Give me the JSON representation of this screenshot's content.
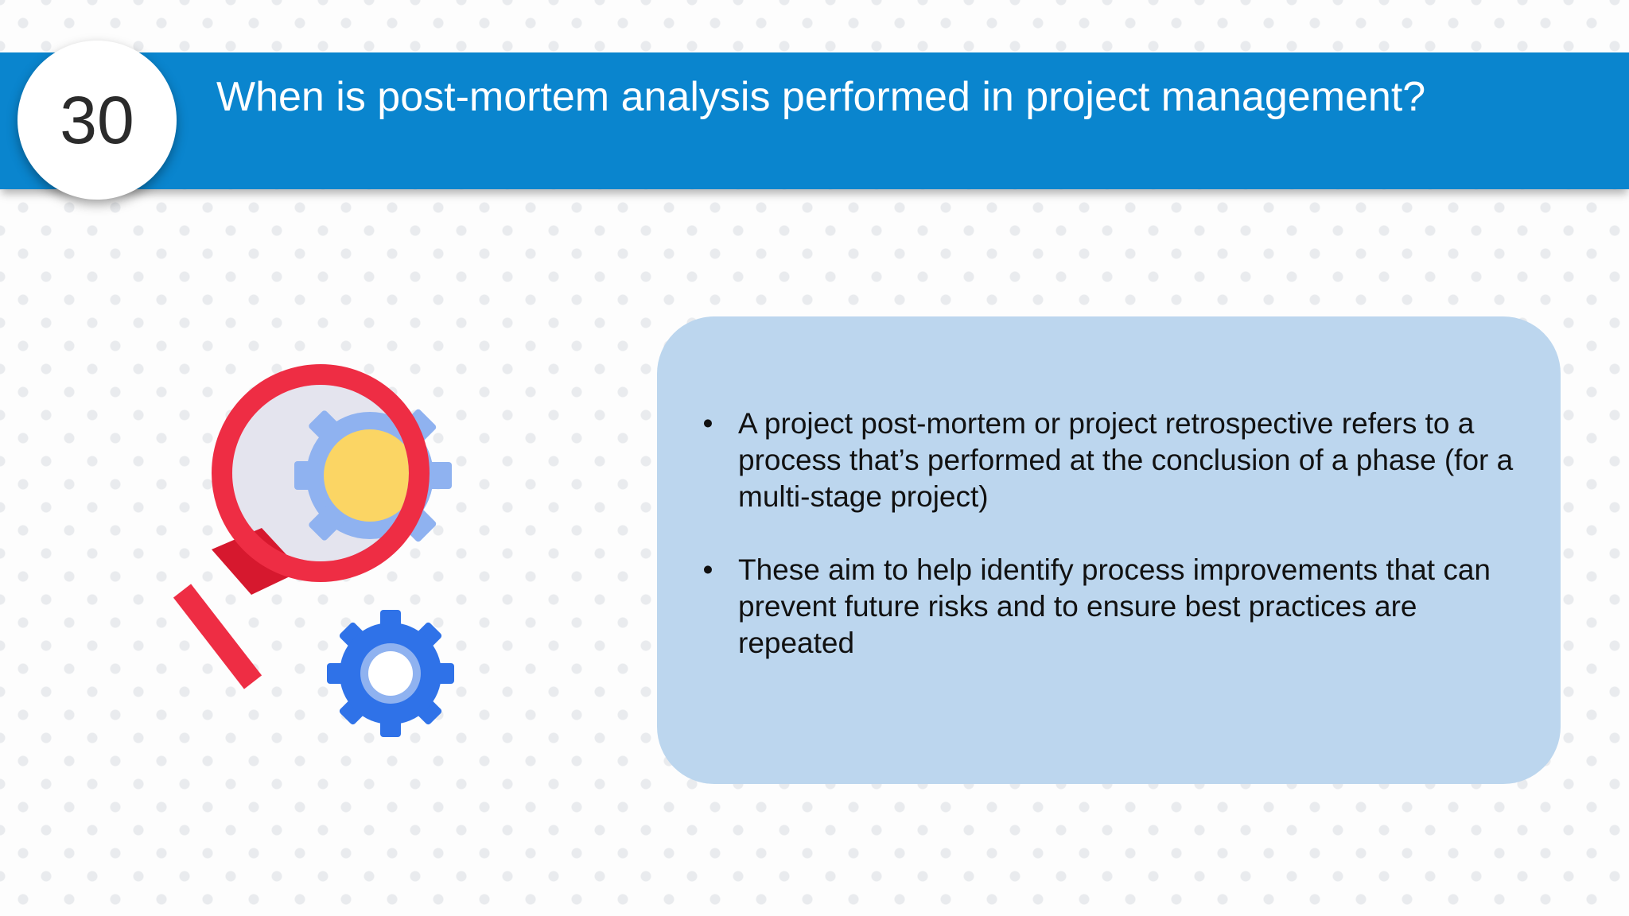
{
  "header": {
    "number": "30",
    "title": "When is post-mortem analysis performed in project management?"
  },
  "content": {
    "bullet_symbol": "•",
    "bullets": [
      "A project post-mortem or project retrospective refers to a process that’s performed at the conclusion of a phase (for a multi-stage project)",
      "These aim to help identify process improvements that can prevent future risks and to ensure best practices are repeated"
    ]
  },
  "illustration": {
    "icons": [
      "magnifying-glass-icon",
      "gear-icon"
    ]
  },
  "colors": {
    "header_band": "#0a85ce",
    "info_box": "#bcd6ee",
    "magnifier_red": "#ee2d44",
    "gear_light_blue": "#8fb2f0",
    "gear_blue": "#2f72e8",
    "sun_yellow": "#fbd564"
  }
}
